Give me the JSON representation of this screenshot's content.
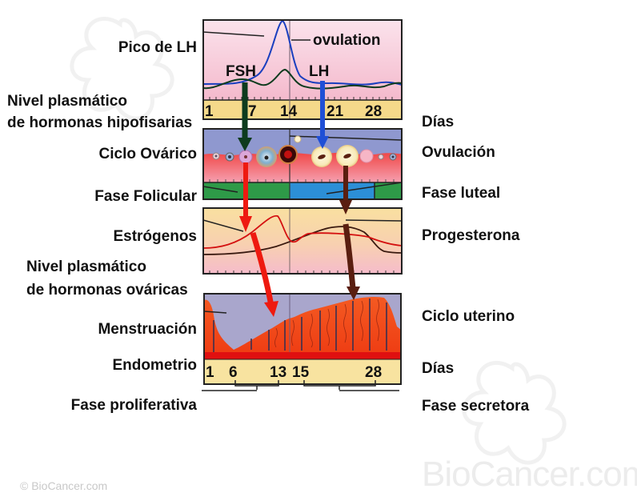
{
  "watermark": {
    "big": "BioCancer.com",
    "copyright": "© BioCancer.com"
  },
  "labels_left": {
    "pico_lh": "Pico de LH",
    "nivel_hipofisarias_1": "Nivel plasmático",
    "nivel_hipofisarias_2": "de hormonas hipofisarias",
    "ciclo_ovarico": "Ciclo Ovárico",
    "fase_folicular": "Fase Folicular",
    "estrogenos": "Estrógenos",
    "nivel_ovaricas_1": "Nivel plasmático",
    "nivel_ovaricas_2": "de hormonas ováricas",
    "menstruacion": "Menstruación",
    "endometrio": "Endometrio",
    "fase_proliferativa": "Fase proliferativa"
  },
  "labels_right": {
    "dias_top": "Días",
    "ovulacion": "Ovulación",
    "fase_luteal": "Fase luteal",
    "progesterona": "Progesterona",
    "ciclo_uterino": "Ciclo uterino",
    "dias_bottom": "Días",
    "fase_secretora": "Fase secretora"
  },
  "panel_hypophyseal": {
    "inline_labels": {
      "ovulation": "ovulation",
      "fsh": "FSH",
      "lh": "LH"
    },
    "days": [
      "1",
      "7",
      "14",
      "21",
      "28"
    ],
    "colors": {
      "background": "#f6c8d6",
      "day_strip": "#f5d98a",
      "lh_curve": "#1a3fbf",
      "fsh_curve": "#0d3b1e"
    }
  },
  "panel_ovary": {
    "colors": {
      "top": "#8f98cf",
      "middle": "#f46a6a",
      "follicular": "#2e9a48",
      "luteal": "#2c8fd6"
    }
  },
  "panel_ovarian_hormones": {
    "colors": {
      "background_top": "#f9dfa0",
      "background_bottom": "#f6c0cc",
      "estrogen": "#d41010",
      "progesterone": "#3a1a10"
    }
  },
  "panel_uterine": {
    "days": [
      "1",
      "6",
      "13",
      "15",
      "28"
    ],
    "colors": {
      "background": "#a9a6cc",
      "endometrium": "#f2501c",
      "base": "#e01010",
      "day_strip": "#f8e3a0"
    }
  },
  "arrows": {
    "fsh_arrow": "#0d3b1e",
    "lh_arrow": "#1f4fd6",
    "estrogen_arrow": "#ee1a10",
    "progesterone_arrow": "#5a1e10"
  }
}
